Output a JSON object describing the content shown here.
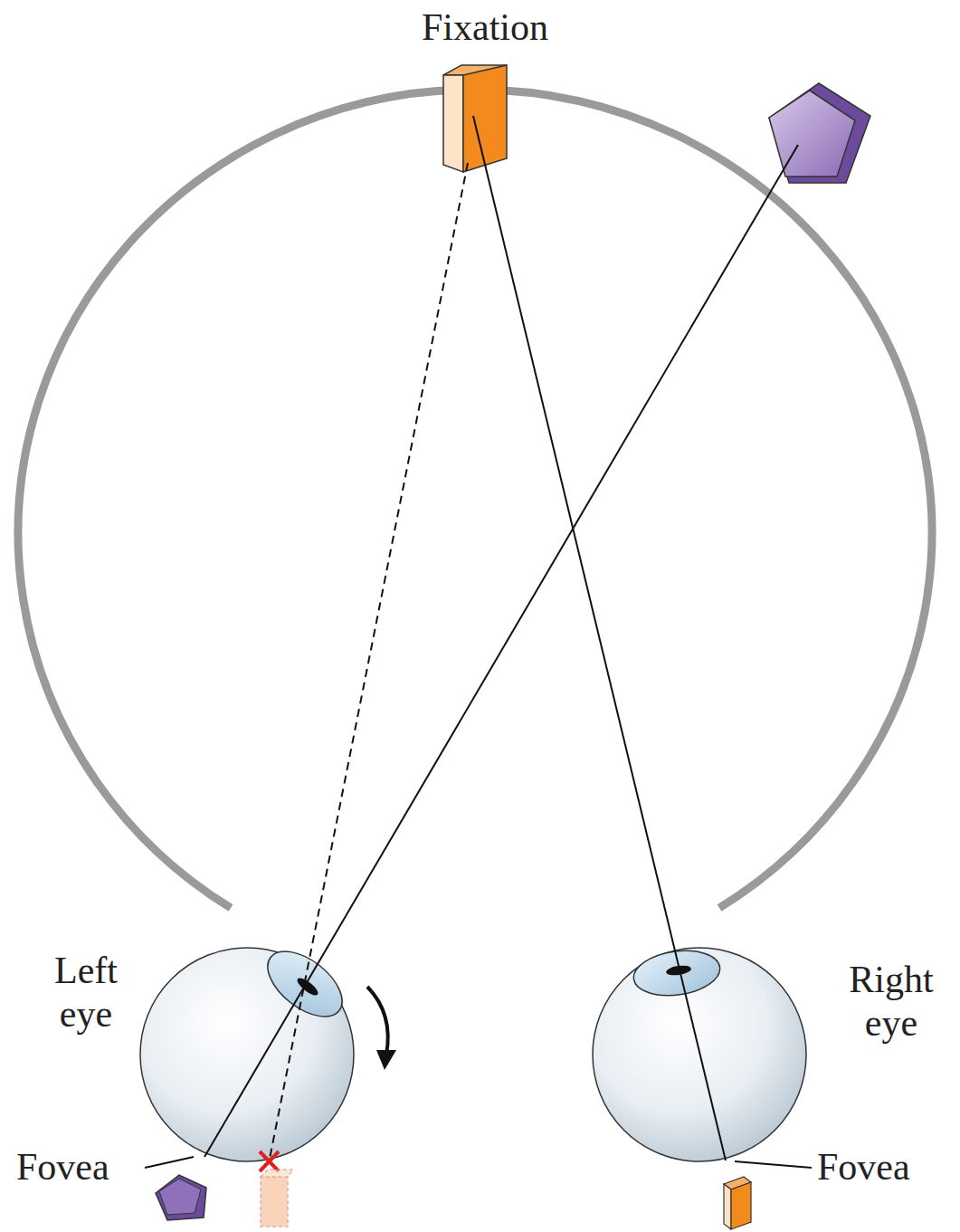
{
  "diagram": {
    "labels": [
      "Fixation",
      "Left eye",
      "Right eye",
      "Fovea",
      "Fovea"
    ]
  }
}
